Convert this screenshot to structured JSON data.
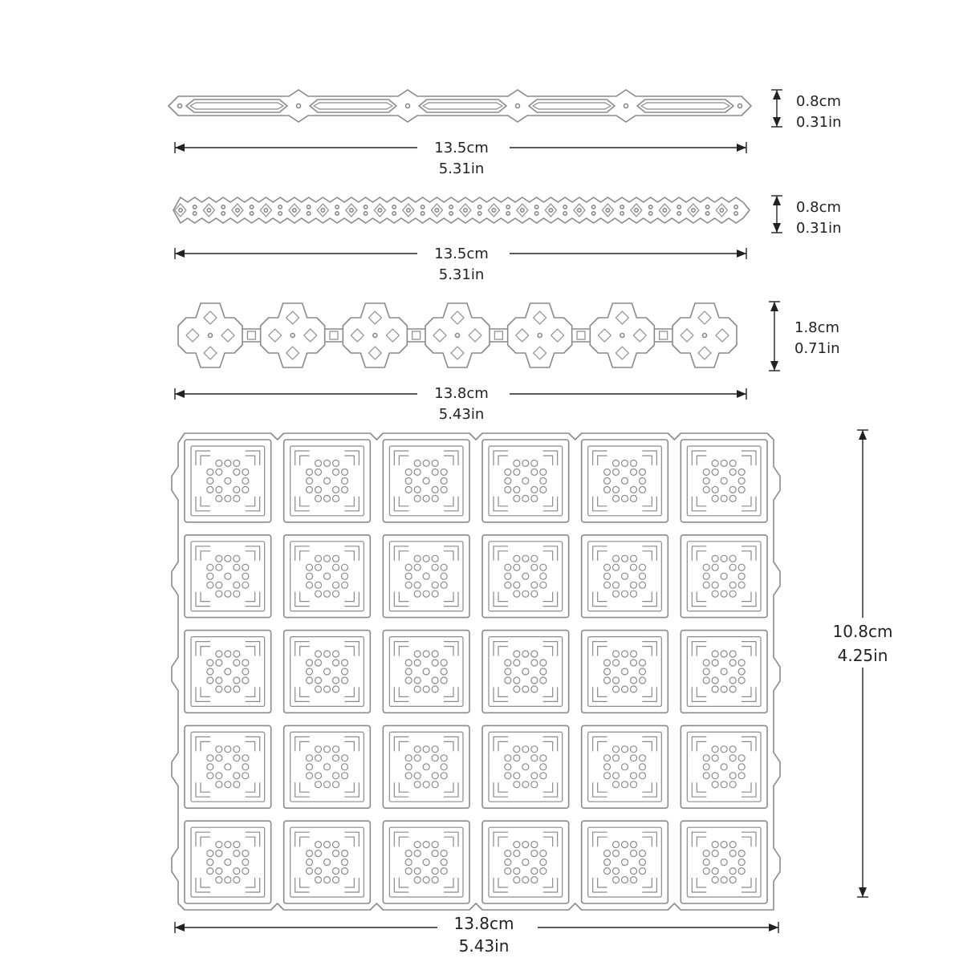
{
  "colors": {
    "outline": "#8a8a8a",
    "arrow": "#222222",
    "background": "#ffffff"
  },
  "dies": [
    {
      "name": "strip-1",
      "width": {
        "cm": "13.5cm",
        "in": "5.31in"
      },
      "height": {
        "cm": "0.8cm",
        "in": "0.31in"
      }
    },
    {
      "name": "strip-2",
      "width": {
        "cm": "13.5cm",
        "in": "5.31in"
      },
      "height": {
        "cm": "0.8cm",
        "in": "0.31in"
      }
    },
    {
      "name": "strip-3",
      "width": {
        "cm": "13.8cm",
        "in": "5.43in"
      },
      "height": {
        "cm": "1.8cm",
        "in": "0.71in"
      }
    },
    {
      "name": "tile-panel",
      "width": {
        "cm": "13.8cm",
        "in": "5.43in"
      },
      "height": {
        "cm": "10.8cm",
        "in": "4.25in"
      },
      "grid": {
        "columns": 6,
        "rows": 5
      }
    }
  ]
}
